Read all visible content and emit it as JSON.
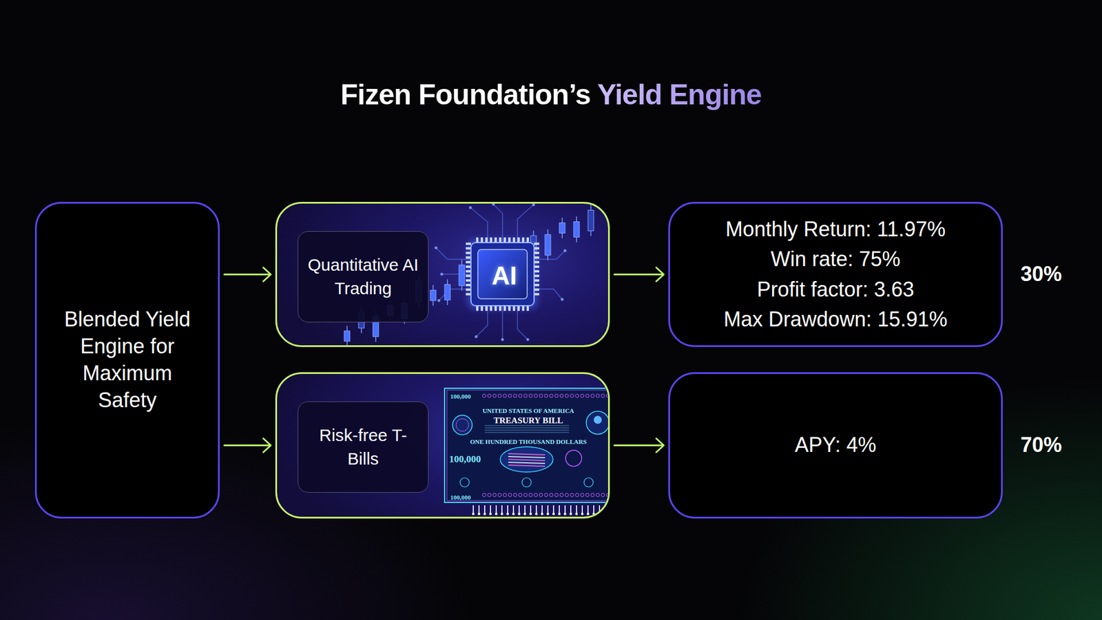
{
  "diagram": {
    "title": "Fizen Foundation’s Yield Engine",
    "nodes": [
      {
        "text": [
          "Blended Yield Engine for Maximum Safety"
        ]
      },
      {
        "text": [
          "AI"
        ]
      },
      {
        "text": [
          "Quantitative AI Trading"
        ],
        "in": 1
      },
      {
        "text": [
          "Monthly Return:  11.97%",
          "Win rate: 75%",
          "Profit factor: 3.63",
          "Max Drawdown: 15.91%"
        ]
      },
      {
        "text": [
          "100,000",
          "UNITED STATES OF AMERICA",
          "TREASURY BILL",
          "ONE HUNDRED THOUSAND DOLLARS",
          "100,000",
          "100,000"
        ]
      },
      {
        "text": [
          "Risk-free T-Bills"
        ],
        "in": 4
      },
      {
        "text": [
          "APY: 4%"
        ]
      }
    ],
    "edges": [
      {
        "from": 0,
        "to": 1,
        "arrow": "to"
      },
      {
        "from": 0,
        "to": 4,
        "arrow": "to"
      },
      {
        "from": 1,
        "to": 3,
        "arrow": "to"
      },
      {
        "from": 4,
        "to": 6,
        "arrow": "to"
      }
    ],
    "labels": [
      "30%",
      "70%"
    ]
  }
}
